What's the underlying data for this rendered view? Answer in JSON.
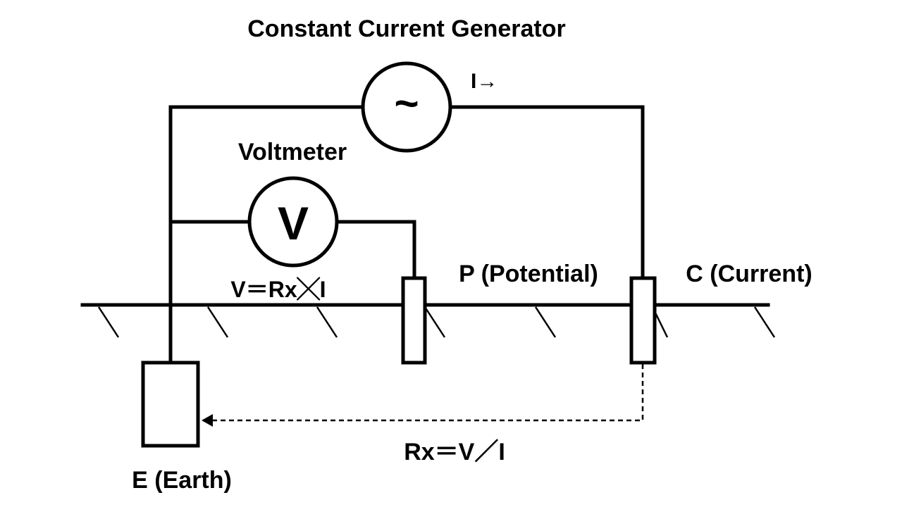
{
  "diagram": {
    "title": "Constant Current Generator",
    "generator_symbol": "~",
    "current_label": "I→",
    "voltmeter_label": "Voltmeter",
    "voltmeter_symbol": "V",
    "formula_voltage": "V＝Rx╳I",
    "potential_label": "P (Potential)",
    "current_electrode_label": "C (Current)",
    "earth_label": "E (Earth)",
    "formula_resistance": "Rx＝V／I",
    "colors": {
      "line": "#000000",
      "background": "#ffffff"
    }
  }
}
